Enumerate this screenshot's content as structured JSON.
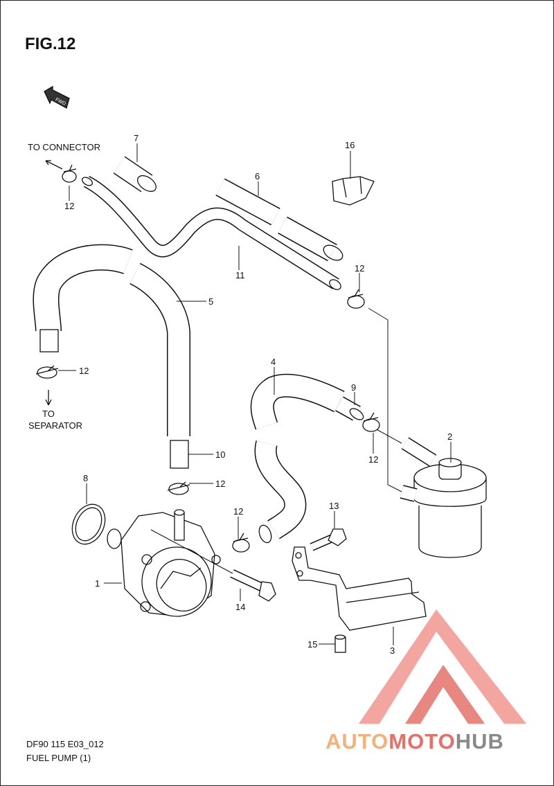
{
  "figure": {
    "title": "FIG.12",
    "code": "DF90 115 E03_012",
    "name": "FUEL PUMP (1)",
    "fwd_label": "FWD"
  },
  "annotations": {
    "to_connector": "TO CONNECTOR",
    "to": "TO",
    "separator": "SEPARATOR"
  },
  "callouts": [
    {
      "id": "c1",
      "num": "1"
    },
    {
      "id": "c2",
      "num": "2"
    },
    {
      "id": "c3",
      "num": "3"
    },
    {
      "id": "c4",
      "num": "4"
    },
    {
      "id": "c5",
      "num": "5"
    },
    {
      "id": "c6",
      "num": "6"
    },
    {
      "id": "c7",
      "num": "7"
    },
    {
      "id": "c8",
      "num": "8"
    },
    {
      "id": "c9",
      "num": "9"
    },
    {
      "id": "c10",
      "num": "10"
    },
    {
      "id": "c11",
      "num": "11"
    },
    {
      "id": "c12a",
      "num": "12"
    },
    {
      "id": "c12b",
      "num": "12"
    },
    {
      "id": "c12c",
      "num": "12"
    },
    {
      "id": "c12d",
      "num": "12"
    },
    {
      "id": "c12e",
      "num": "12"
    },
    {
      "id": "c12f",
      "num": "12"
    },
    {
      "id": "c13",
      "num": "13"
    },
    {
      "id": "c14",
      "num": "14"
    },
    {
      "id": "c15",
      "num": "15"
    },
    {
      "id": "c16",
      "num": "16"
    }
  ],
  "watermark": {
    "part1": "AUTO",
    "part2": "MOTO",
    "part3": "HUB",
    "colors": {
      "light": "#f2b27a",
      "red": "#e86f66",
      "grey": "#8a8a8a"
    }
  }
}
